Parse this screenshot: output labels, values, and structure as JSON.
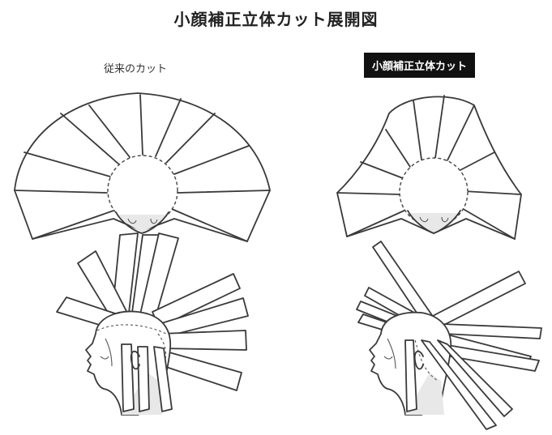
{
  "title": "小顔補正立体カット展開図",
  "left_label": "従来のカット",
  "right_label": "小顔補正立体カット",
  "colors": {
    "line": "#3a3a3a",
    "label_bg": "#111111",
    "label_text": "#ffffff"
  }
}
